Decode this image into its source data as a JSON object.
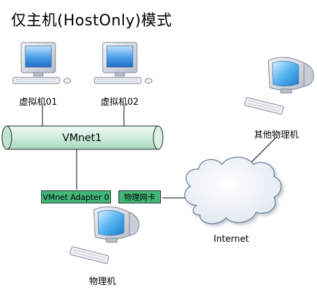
{
  "title": "仅主机(HostOnly)模式",
  "nodes": {
    "vm1": {
      "label": "虚拟机01",
      "icon": "desktop-computer-icon"
    },
    "vm2": {
      "label": "虚拟机02",
      "icon": "desktop-computer-icon"
    },
    "other": {
      "label": "其他物理机",
      "icon": "crt-monitor-icon"
    },
    "host": {
      "label": "物理机",
      "icon": "crt-monitor-icon"
    }
  },
  "vmnet": {
    "label": "VMnet1",
    "icon": "network-pipe-icon"
  },
  "adapters": {
    "vmnet_adapter": {
      "label": "VMnet Adapter 0"
    },
    "physical_nic": {
      "label": "物理网卡"
    }
  },
  "internet": {
    "label": "Internet",
    "icon": "cloud-icon"
  },
  "colors": {
    "pipe": "#cfeedd",
    "box": "#42b878",
    "cloud_fill": "#eef3f9",
    "cloud_stroke": "#6d7f9a",
    "screen": "#4a9ee6"
  }
}
